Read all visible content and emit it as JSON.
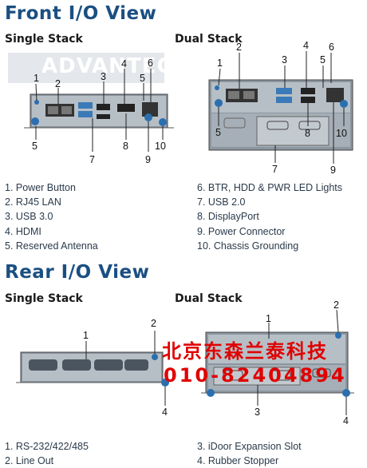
{
  "front": {
    "title": "Front I/O View",
    "single_label": "Single Stack",
    "dual_label": "Dual Stack",
    "logo_text": "ADVANTECH",
    "callouts": [
      "1",
      "2",
      "3",
      "4",
      "5",
      "6",
      "7",
      "8",
      "9",
      "10"
    ],
    "legend_left": [
      "1. Power Button",
      "2. RJ45 LAN",
      "3. USB 3.0",
      "4. HDMI",
      "5. Reserved Antenna"
    ],
    "legend_right": [
      "6. BTR, HDD & PWR LED Lights",
      "7. USB 2.0",
      "8. DisplayPort",
      "9. Power Connector",
      "10. Chassis Grounding"
    ]
  },
  "rear": {
    "title": "Rear I/O View",
    "single_label": "Single Stack",
    "dual_label": "Dual Stack",
    "callouts": [
      "1",
      "2",
      "3",
      "4"
    ],
    "legend_left": [
      "1. RS-232/422/485",
      "2. Line Out"
    ],
    "legend_right": [
      "3. iDoor Expansion Slot",
      "4. Rubber Stopper"
    ]
  },
  "watermark": {
    "line1": "北京东森兰泰科技",
    "line2": "010-82404894",
    "color": "#e00000"
  },
  "colors": {
    "title_blue": "#1b4f82",
    "chassis": "#7f8a94",
    "port_blue": "#3a7ab8"
  }
}
